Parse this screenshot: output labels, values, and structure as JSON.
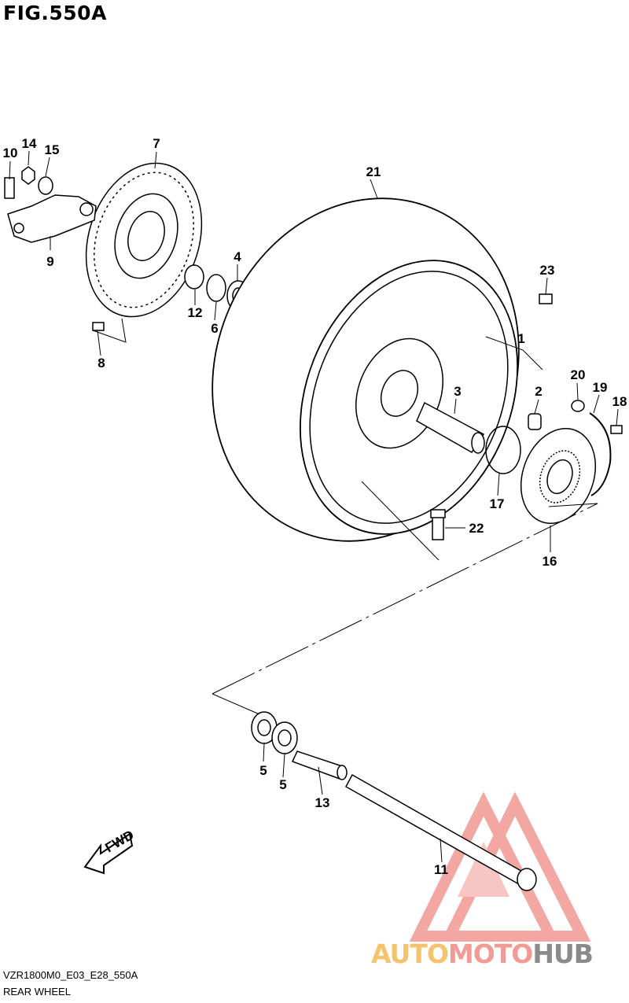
{
  "figure": {
    "title": "FIG.550A",
    "code": "VZR1800M0_E03_E28_550A",
    "name": "REAR WHEEL"
  },
  "direction_marker": "FWD",
  "callouts": [
    "1",
    "2",
    "3",
    "4",
    "5",
    "5",
    "6",
    "7",
    "8",
    "9",
    "10",
    "11",
    "12",
    "13",
    "14",
    "15",
    "16",
    "17",
    "18",
    "19",
    "20",
    "21",
    "22",
    "23"
  ],
  "watermark": {
    "part1": "AUTO",
    "part2": "MOTO",
    "part3": "HUB",
    "brand_color": "#f08a84"
  }
}
